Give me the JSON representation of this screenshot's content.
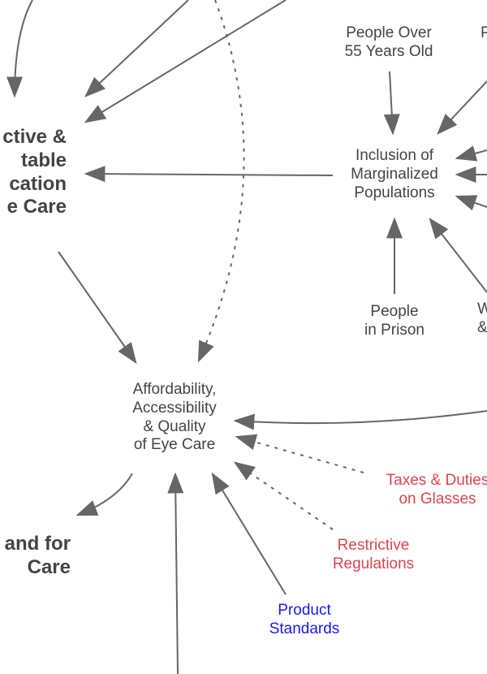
{
  "colors": {
    "text": "#444444",
    "arrow": "#666666",
    "negative": "#d94650",
    "standards": "#1a1aee",
    "background": "#ffffff"
  },
  "nodes": {
    "people_over_55": "People Over\n55 Years Old",
    "truncated_top_right": "P",
    "inclusion": "Inclusion of\nMarginalized\nPopulations",
    "people_in_prison": "People\nin Prison",
    "truncated_right_w": "W\n&",
    "effective_equitable": "ctive &\ntable\ncation\ne Care",
    "affordability": "Affordability,\nAccessibility\n& Quality\nof Eye Care",
    "taxes_duties": "Taxes & Duties\non Glasses",
    "restrictive_regulations": "Restrictive\nRegulations",
    "product_standards": "Product\nStandards",
    "demand": "and for\nCare"
  }
}
